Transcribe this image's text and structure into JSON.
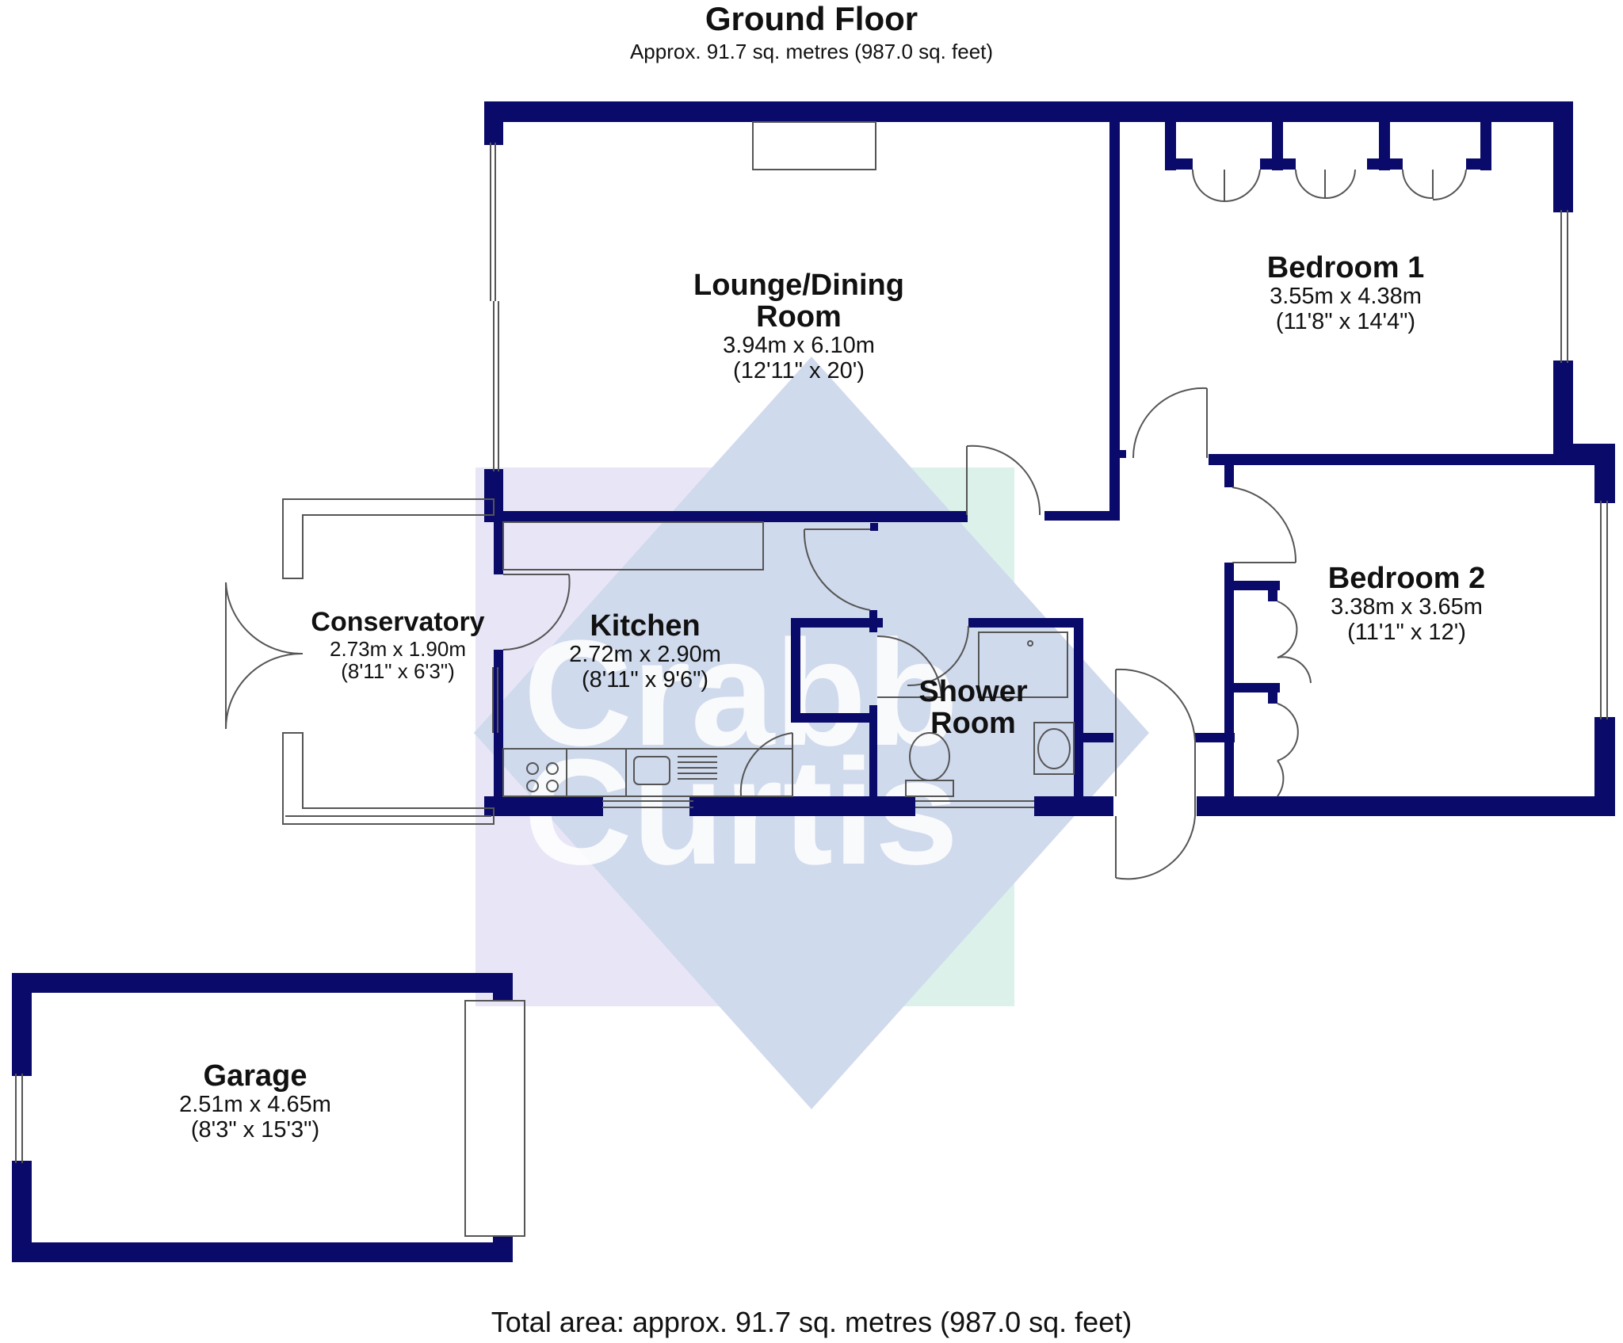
{
  "header": {
    "title": "Ground Floor",
    "subtitle": "Approx. 91.7 sq. metres (987.0 sq. feet)"
  },
  "footer": {
    "total_area": "Total area: approx. 91.7 sq. metres (987.0 sq. feet)"
  },
  "watermark": {
    "logo_text": "Crabb Curtis",
    "colors": [
      "#c8d4ea",
      "#d6efe6",
      "#e4e2f5"
    ]
  },
  "colors": {
    "wall": "#0a0a6a",
    "text": "#111111",
    "fixture_stroke": "#555555"
  },
  "rooms": {
    "lounge": {
      "name_line1": "Lounge/Dining",
      "name_line2": "Room",
      "metric": "3.94m x 6.10m",
      "imperial": "(12'11\" x 20')"
    },
    "bedroom1": {
      "name": "Bedroom 1",
      "metric": "3.55m x 4.38m",
      "imperial": "(11'8\" x 14'4\")"
    },
    "bedroom2": {
      "name": "Bedroom 2",
      "metric": "3.38m x 3.65m",
      "imperial": "(11'1\" x 12')"
    },
    "conservatory": {
      "name": "Conservatory",
      "metric": "2.73m x 1.90m",
      "imperial": "(8'11\" x 6'3\")"
    },
    "kitchen": {
      "name": "Kitchen",
      "metric": "2.72m x 2.90m",
      "imperial": "(8'11\" x 9'6\")"
    },
    "shower": {
      "name_line1": "Shower",
      "name_line2": "Room"
    },
    "garage": {
      "name": "Garage",
      "metric": "2.51m x 4.65m",
      "imperial": "(8'3\" x 15'3\")"
    }
  }
}
